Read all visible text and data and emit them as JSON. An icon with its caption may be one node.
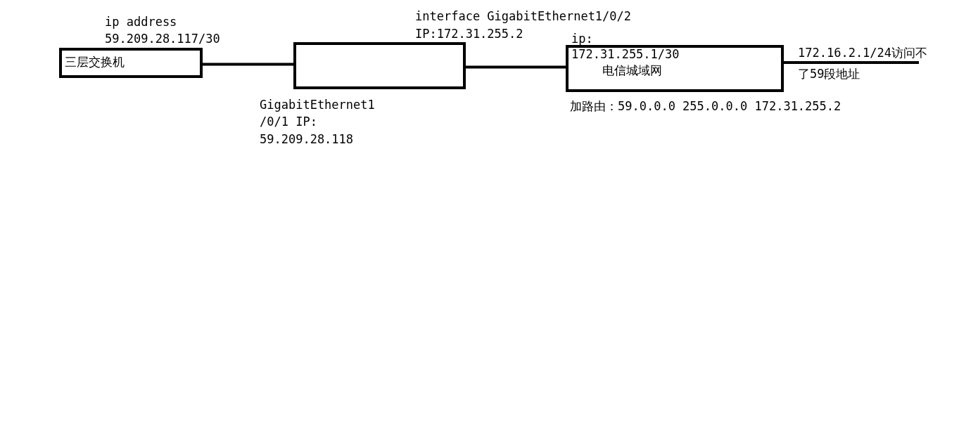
{
  "diagram": {
    "nodes": [
      {
        "text": [
          "三层交换机"
        ],
        "beside": [
          "ip address",
          "59.209.28.117/30"
        ]
      },
      {
        "text": [],
        "shape": "box",
        "beside": [
          "interface GigabitEthernet1/0/2",
          "IP:172.31.255.2",
          "GigabitEthernet1",
          "/0/1 IP:",
          "59.209.28.118"
        ]
      },
      {
        "text": [
          "ip: 172.31.255.1/30",
          "电信城域网"
        ],
        "beside": [
          "加路由：59.0.0.0 255.0.0.0 172.31.255.2"
        ]
      },
      {
        "text": [
          "172.16.2.1/24访问不了59段地址"
        ]
      }
    ],
    "edges": [
      {
        "from": 0,
        "to": 1,
        "arrow": "none"
      },
      {
        "from": 1,
        "to": 2,
        "arrow": "none"
      },
      {
        "from": 2,
        "to": 3,
        "arrow": "none"
      }
    ]
  }
}
